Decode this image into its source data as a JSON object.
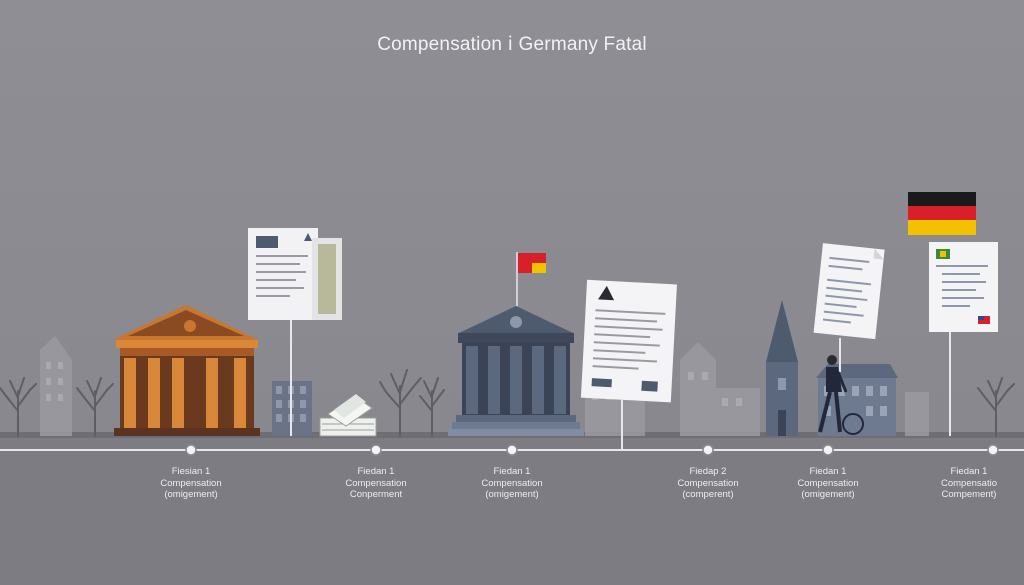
{
  "title": "Compensation ⅰ Germany Fatal",
  "colors": {
    "background": "#8a8a90",
    "ground": "#7a7a80",
    "timeline": "#e8e8ea",
    "courthouse_orange": "#c9772e",
    "courthouse_dark": "#5a3420",
    "bank_slate": "#4e5a6e",
    "flag_black": "#1a1a1a",
    "flag_red": "#d8202a",
    "flag_gold": "#f2c200"
  },
  "milestones": [
    {
      "line1": "Fiesian 1",
      "line2": "Compensation",
      "line3": "(omigement)"
    },
    {
      "line1": "Fiedan 1",
      "line2": "Compensation",
      "line3": "Conperment"
    },
    {
      "line1": "Fiedan 1",
      "line2": "Compensation",
      "line3": "(omigement)"
    },
    {
      "line1": "Fiedap 2",
      "line2": "Compensation",
      "line3": "(comperent)"
    },
    {
      "line1": "Fiedan 1",
      "line2": "Compensation",
      "line3": "(omigement)"
    },
    {
      "line1": "Fiedan 1",
      "line2": "Compensatio",
      "line3": "Compement)"
    }
  ]
}
